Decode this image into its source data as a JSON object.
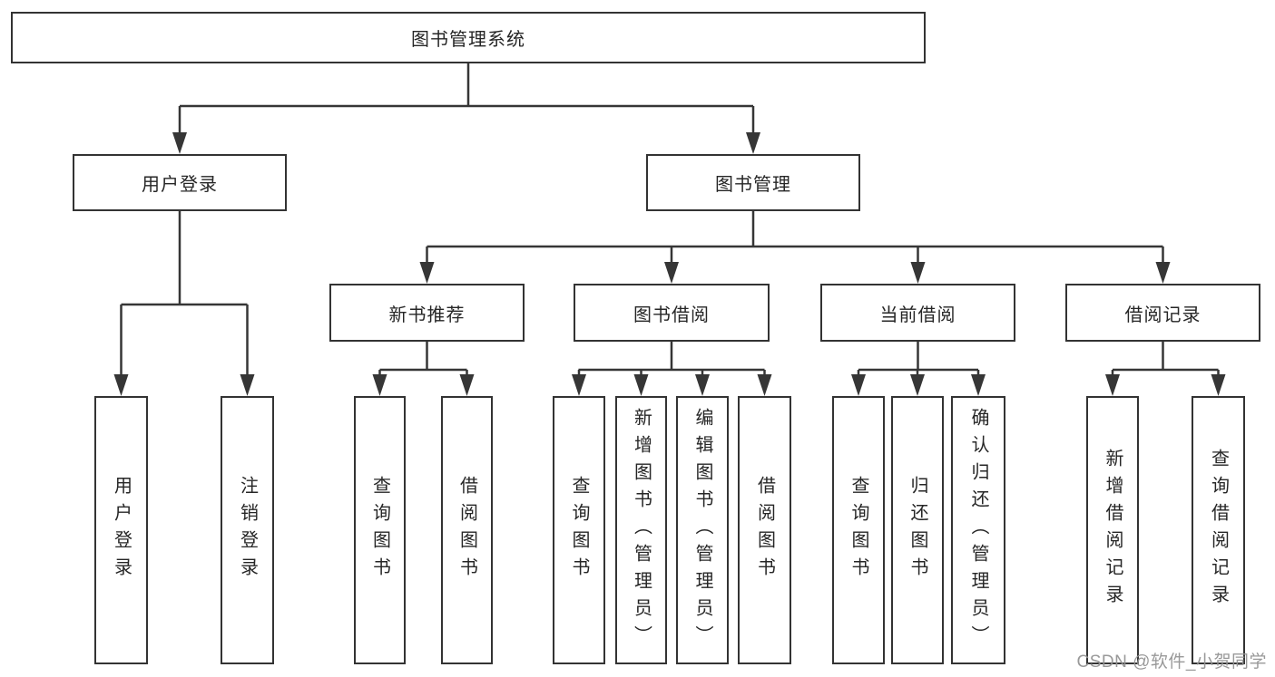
{
  "diagram": {
    "root": "图书管理系统",
    "user_login": {
      "label": "用户登录",
      "children": [
        "用户登录",
        "注销登录"
      ]
    },
    "book_management": {
      "label": "图书管理",
      "children": [
        {
          "label": "新书推荐",
          "children": [
            "查询图书",
            "借阅图书"
          ]
        },
        {
          "label": "图书借阅",
          "children": [
            "查询图书",
            "新增图书（管理员）",
            "编辑图书（管理员）",
            "借阅图书"
          ]
        },
        {
          "label": "当前借阅",
          "children": [
            "查询图书",
            "归还图书",
            "确认归还（管理员）"
          ]
        },
        {
          "label": "借阅记录",
          "children": [
            "新增借阅记录",
            "查询借阅记录"
          ]
        }
      ]
    }
  },
  "watermark": "CSDN @软件_小贺同学",
  "colors": {
    "line": "#363636",
    "box_border": "#333333",
    "box_fill": "#ffffff",
    "text": "#262626",
    "watermark": "#949494",
    "background": "#ffffff"
  }
}
